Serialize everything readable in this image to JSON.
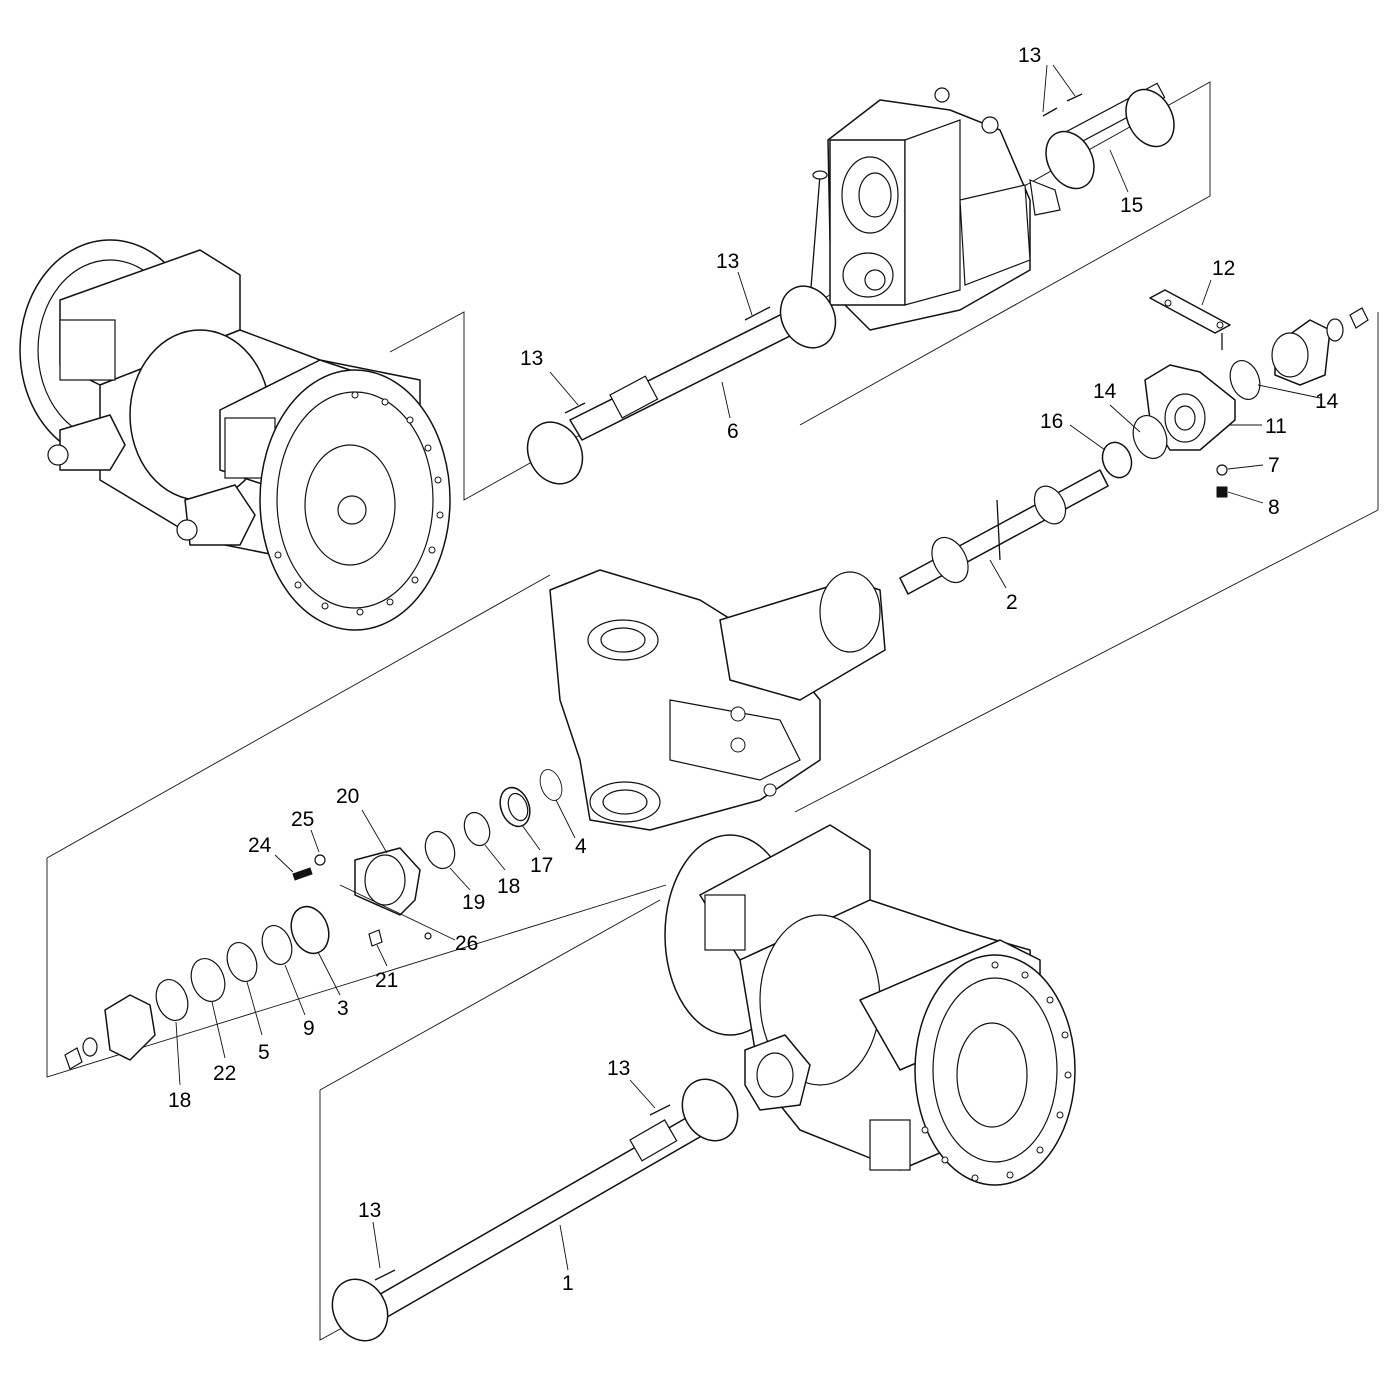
{
  "callouts": [
    {
      "id": "label-13-top",
      "text": "13"
    },
    {
      "id": "label-15",
      "text": "15"
    },
    {
      "id": "label-13-shaft6",
      "text": "13"
    },
    {
      "id": "label-12",
      "text": "12"
    },
    {
      "id": "label-13-left",
      "text": "13"
    },
    {
      "id": "label-14-a",
      "text": "14"
    },
    {
      "id": "label-14-b",
      "text": "14"
    },
    {
      "id": "label-16",
      "text": "16"
    },
    {
      "id": "label-11",
      "text": "11"
    },
    {
      "id": "label-6",
      "text": "6"
    },
    {
      "id": "label-7",
      "text": "7"
    },
    {
      "id": "label-8",
      "text": "8"
    },
    {
      "id": "label-2",
      "text": "2"
    },
    {
      "id": "label-20",
      "text": "20"
    },
    {
      "id": "label-25",
      "text": "25"
    },
    {
      "id": "label-24",
      "text": "24"
    },
    {
      "id": "label-4",
      "text": "4"
    },
    {
      "id": "label-17",
      "text": "17"
    },
    {
      "id": "label-18-a",
      "text": "18"
    },
    {
      "id": "label-19",
      "text": "19"
    },
    {
      "id": "label-26",
      "text": "26"
    },
    {
      "id": "label-21",
      "text": "21"
    },
    {
      "id": "label-3",
      "text": "3"
    },
    {
      "id": "label-9",
      "text": "9"
    },
    {
      "id": "label-5",
      "text": "5"
    },
    {
      "id": "label-22",
      "text": "22"
    },
    {
      "id": "label-18-b",
      "text": "18"
    },
    {
      "id": "label-13-shaft1",
      "text": "13"
    },
    {
      "id": "label-13-bottom",
      "text": "13"
    },
    {
      "id": "label-1",
      "text": "1"
    }
  ]
}
